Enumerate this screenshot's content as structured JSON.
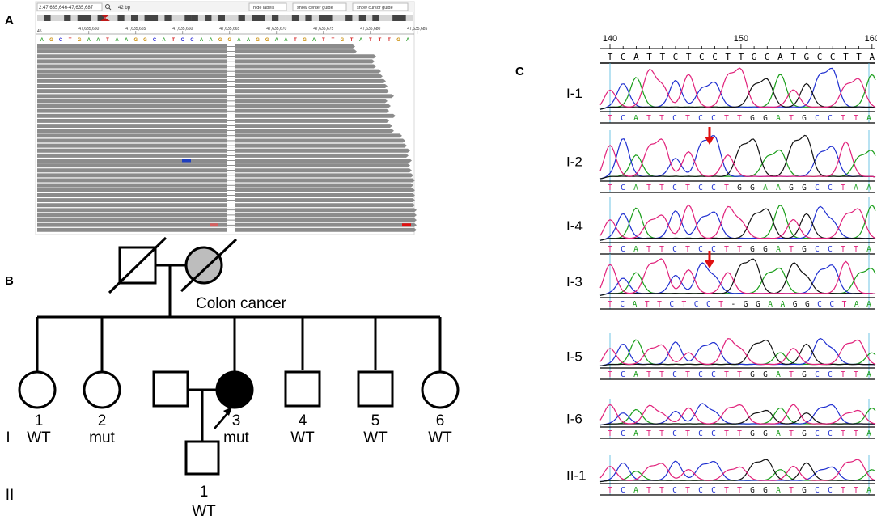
{
  "panels": {
    "a": "A",
    "b": "B",
    "c": "C"
  },
  "igv": {
    "locus": "2:47,635,646-47,635,687",
    "width_text": "42 bp",
    "buttons": [
      "hide labels",
      "show center guide",
      "show cursor guide"
    ],
    "ruler_start": "45",
    "ruler_ticks": [
      "47,635,650",
      "47,635,655",
      "47,635,660",
      "47,635,665",
      "47,635,670",
      "47,635,675",
      "47,635,680",
      "47,635,685"
    ],
    "reference_seq": "AGCTGAATAAGGCATCCAAGGAAGGAATGATTGTATTTGA",
    "base_colors": {
      "A": "#2e9e2e",
      "C": "#2b2bd6",
      "G": "#c98a00",
      "T": "#d42020"
    },
    "read_color": "#8c8c8c",
    "mismatch_colors": [
      "#1f3fbf",
      "#d66060",
      "#e01010"
    ]
  },
  "pedigree": {
    "affected_color": "#000000",
    "carrier_color": "#bdbdbd",
    "parent_note": "Colon cancer",
    "generations": [
      "I",
      "II"
    ],
    "members": [
      {
        "num": "1",
        "status": "WT"
      },
      {
        "num": "2",
        "status": "mut"
      },
      {
        "num": "3",
        "status": "mut"
      },
      {
        "num": "4",
        "status": "WT"
      },
      {
        "num": "5",
        "status": "WT"
      },
      {
        "num": "6",
        "status": "WT"
      }
    ],
    "child": {
      "num": "1",
      "status": "WT"
    }
  },
  "chromatograms": {
    "ruler_ticks": [
      "140",
      "150",
      "160"
    ],
    "header_seq": "TCATTCTCCTTGGATGCCTTA",
    "trace_colors": {
      "A": "#1a9e1a",
      "C": "#1f2fd0",
      "G": "#111111",
      "T": "#e0207a"
    },
    "arrow_color": "#e01010",
    "samples": [
      {
        "label": "I-1",
        "seq": "TCATTCTCCTTGGATGCCTTA",
        "arrow": false
      },
      {
        "label": "I-2",
        "seq": "TCATTCTCCTGGAAGGCCTAA",
        "arrow": true
      },
      {
        "label": "I-4",
        "seq": "TCATTCTCCTTGGATGCCTTA",
        "arrow": false
      },
      {
        "label": "I-3",
        "seq": "TCATTCTCCT-GGAAGGCCTAA",
        "arrow": true
      },
      {
        "label": "I-5",
        "seq": "TCATTCTCCTTGGATGCCTTA",
        "arrow": false
      },
      {
        "label": "I-6",
        "seq": "TCATTCTCCTTGGATGCCTTA",
        "arrow": false
      },
      {
        "label": "II-1",
        "seq": "TCATTCTCCTTGGATGCCTTA",
        "arrow": false
      }
    ]
  }
}
